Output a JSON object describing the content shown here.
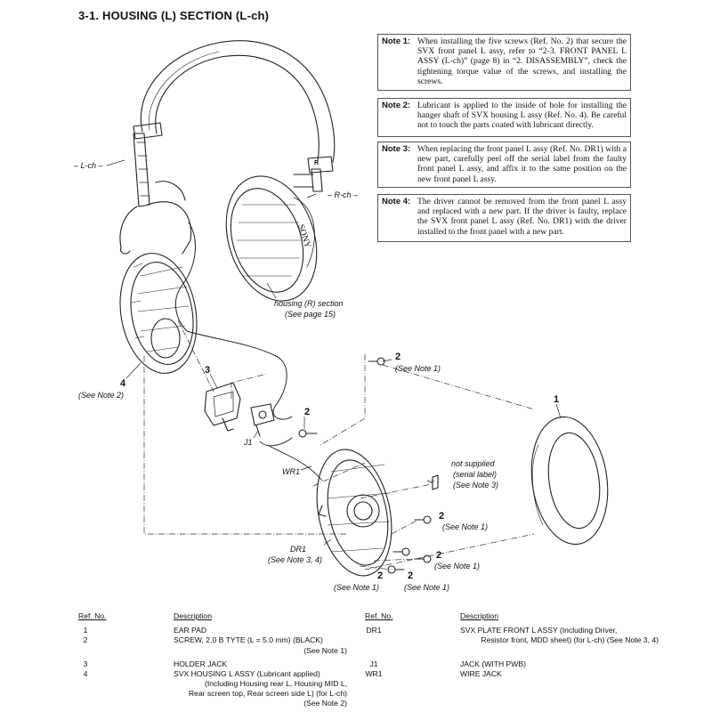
{
  "title": "3-1.   HOUSING (L)  SECTION (L-ch)",
  "notes": [
    {
      "label": "Note 1:",
      "text": "When installing the five screws (Ref. No. 2) that secure the SVX front panel L assy, refer to “2-3. FRONT PANEL L ASSY (L-ch)” (page 8) in “2. DISASSEMBLY”, check the tightening torque value of the screws, and installing the screws."
    },
    {
      "label": "Note 2:",
      "text": "Lubricant is applied to the inside of hole for installing the hanger shaft of SVX housing L assy (Ref. No. 4). Be careful not to touch the parts coated with lubricant directly."
    },
    {
      "label": "Note 3:",
      "text": "When replacing the front panel L assy (Ref. No. DR1) with a new part, carefully peel off the serial label from the faulty front panel L assy, and affix it to the same position on the new front panel L assy."
    },
    {
      "label": "Note 4:",
      "text": "The driver cannot be removed from the front panel L assy and replaced with a new part. If the driver is faulty, replace the SVX front panel L assy (Ref. No. DR1) with the driver installed to the front panel with a new part."
    }
  ],
  "callouts": {
    "lch": "– L-ch –",
    "rch": "– R-ch –",
    "housing_r": "housing (R) section",
    "see_page15": "(See page 15)",
    "n4": "4",
    "see_note2": "(See Note 2)",
    "n3": "3",
    "n2_top": "2",
    "see_note1_top": "(See Note 1)",
    "n2_jack": "2",
    "j1": "J1",
    "wr1": "WR1",
    "n1": "1",
    "not_supplied": "not supplied",
    "serial_label": "(serial label)",
    "see_note3": "(See Note 3)",
    "n2_r1": "2",
    "see_note1_r1": "(See Note 1)",
    "dr1": "DR1",
    "see_note34": "(See Note 3, 4)",
    "n2_r2": "2",
    "see_note1_r2": "(See Note 1)",
    "n2_b1": "2",
    "see_note1_b1": "(See Note 1)",
    "n2_b2": "2",
    "see_note1_b2": "(See Note 1)",
    "sony": "SONY",
    "r_mark": "R"
  },
  "parts_table": {
    "headers": {
      "ref": "Ref. No.",
      "desc": "Description"
    },
    "left": [
      {
        "ref": "1",
        "lines": [
          "EAR PAD"
        ]
      },
      {
        "ref": "2",
        "lines": [
          "SCREW, 2.0 B TYTE (L = 5.0 mm) (BLACK)",
          "(See Note 1)"
        ]
      },
      {
        "ref": "3",
        "lines": [
          "HOLDER JACK"
        ]
      },
      {
        "ref": "4",
        "lines": [
          "SVX HOUSING L ASSY (Lubricant applied)",
          "(Including Housing rear L, Housing MID L,",
          "Rear screen top, Rear screen side L) (for L-ch)",
          "(See Note 2)"
        ]
      }
    ],
    "right": [
      {
        "ref": "DR1",
        "lines": [
          "SVX PLATE FRONT L ASSY (Including Driver,",
          "Resistor front, MDD sheet) (for L-ch) (See Note 3, 4)"
        ]
      },
      {
        "ref": "J1",
        "lines": [
          "JACK (WITH PWB)"
        ]
      },
      {
        "ref": "WR1",
        "lines": [
          "WIRE JACK"
        ]
      }
    ]
  }
}
